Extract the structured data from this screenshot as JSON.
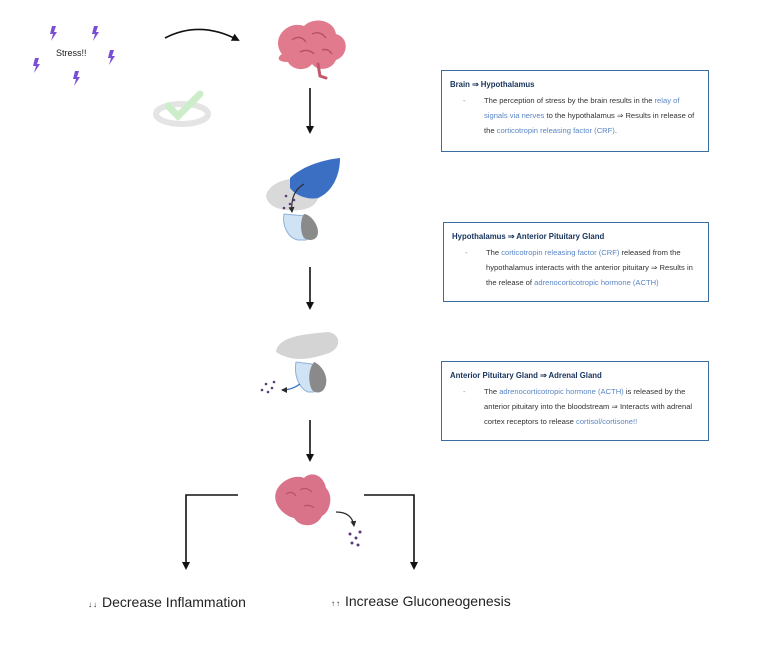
{
  "stress": {
    "label": "Stress!!"
  },
  "boxes": [
    {
      "title": "Brain ⇒ Hypothalamus",
      "parts": [
        "The perception of stress by the brain results in the ",
        "relay of signals via nerves",
        " to the hypothalamus ⇒ Results in release of the ",
        "corticotropin releasing factor (CRF)",
        "."
      ]
    },
    {
      "title": "Hypothalamus ⇒ Anterior Pituitary Gland",
      "parts": [
        "The ",
        "corticotropin releasing factor (CRF)",
        " released from the hypothalamus interacts with the anterior pituitary ⇒ Results in the release of ",
        "adrenocorticotropic hormone (ACTH)",
        ""
      ]
    },
    {
      "title": "Anterior Pituitary Gland ⇒ Adrenal Gland",
      "parts": [
        "The ",
        "adrenocorticotropic hormone (ACTH)",
        " is released by the anterior pituitary into the bloodstream ⇒ Interacts with adrenal cortex receptors to release ",
        "cortisol/cortisone!!",
        ""
      ]
    }
  ],
  "bullet_symbol": "-",
  "outcomes": {
    "left": {
      "arrows": "↓↓",
      "text": "Decrease Inflammation"
    },
    "right": {
      "arrows": "↑↑",
      "text": "Increase Gluconeogenesis"
    }
  },
  "colors": {
    "box_border": "#3b6e9e",
    "title": "#17325c",
    "highlight": "#5b86c4",
    "brain": "#e07a8c",
    "hypothalamus": "#3b6fc4",
    "adrenal": "#d9738a",
    "bolt": "#7a4fd6",
    "dots": "#5b3a7a"
  }
}
